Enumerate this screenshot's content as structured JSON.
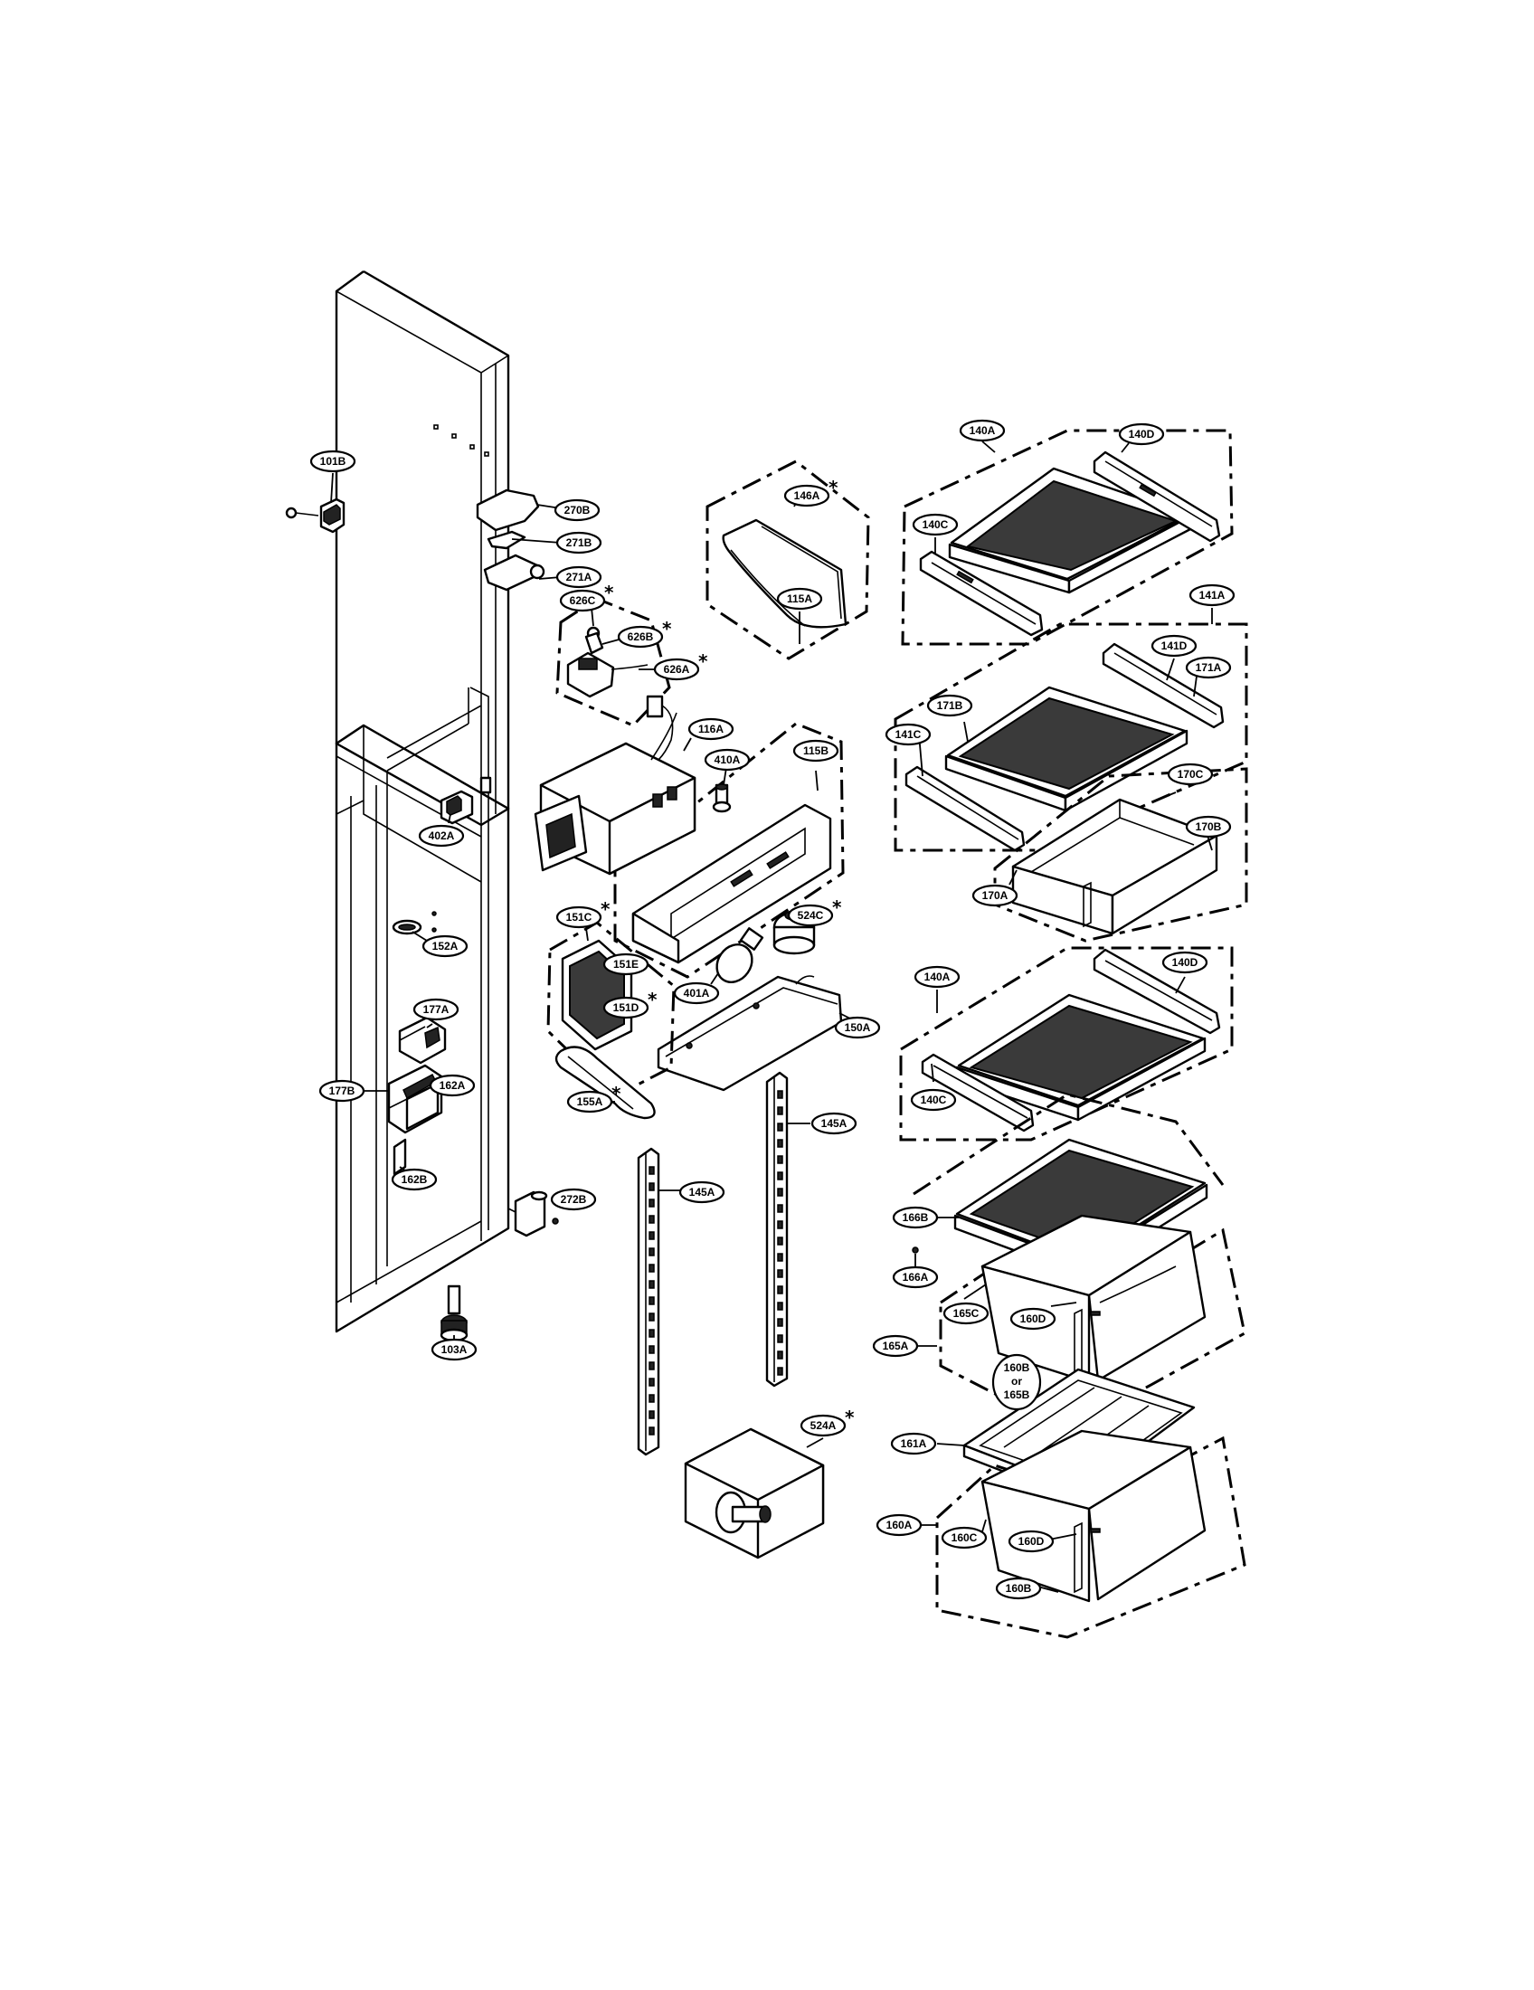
{
  "callouts": [
    {
      "id": "101B",
      "label": "101B",
      "starred": false
    },
    {
      "id": "270B",
      "label": "270B",
      "starred": false
    },
    {
      "id": "271B",
      "label": "271B",
      "starred": false
    },
    {
      "id": "271A",
      "label": "271A",
      "starred": false
    },
    {
      "id": "626C",
      "label": "626C",
      "starred": true
    },
    {
      "id": "626B",
      "label": "626B",
      "starred": true
    },
    {
      "id": "626A",
      "label": "626A",
      "starred": true
    },
    {
      "id": "146A",
      "label": "146A",
      "starred": true
    },
    {
      "id": "140A-top",
      "label": "140A",
      "starred": false
    },
    {
      "id": "140D-top",
      "label": "140D",
      "starred": false
    },
    {
      "id": "140C-top",
      "label": "140C",
      "starred": false
    },
    {
      "id": "141A",
      "label": "141A",
      "starred": false
    },
    {
      "id": "141D",
      "label": "141D",
      "starred": false
    },
    {
      "id": "171A",
      "label": "171A",
      "starred": false
    },
    {
      "id": "171B",
      "label": "171B",
      "starred": false
    },
    {
      "id": "141C",
      "label": "141C",
      "starred": false
    },
    {
      "id": "170C",
      "label": "170C",
      "starred": false
    },
    {
      "id": "170B",
      "label": "170B",
      "starred": false
    },
    {
      "id": "170A",
      "label": "170A",
      "starred": false
    },
    {
      "id": "115A",
      "label": "115A",
      "starred": false
    },
    {
      "id": "116A",
      "label": "116A",
      "starred": false
    },
    {
      "id": "410A",
      "label": "410A",
      "starred": false
    },
    {
      "id": "115B",
      "label": "115B",
      "starred": false
    },
    {
      "id": "402A",
      "label": "402A",
      "starred": false
    },
    {
      "id": "151C",
      "label": "151C",
      "starred": true
    },
    {
      "id": "151E",
      "label": "151E",
      "starred": false
    },
    {
      "id": "151D",
      "label": "151D",
      "starred": true
    },
    {
      "id": "152A",
      "label": "152A",
      "starred": false
    },
    {
      "id": "524C",
      "label": "524C",
      "starred": true
    },
    {
      "id": "401A",
      "label": "401A",
      "starred": false
    },
    {
      "id": "150A",
      "label": "150A",
      "starred": false
    },
    {
      "id": "177A",
      "label": "177A",
      "starred": false
    },
    {
      "id": "177B",
      "label": "177B",
      "starred": false
    },
    {
      "id": "162A",
      "label": "162A",
      "starred": false
    },
    {
      "id": "155A",
      "label": "155A",
      "starred": true
    },
    {
      "id": "162B",
      "label": "162B",
      "starred": false
    },
    {
      "id": "140D-mid",
      "label": "140D",
      "starred": false
    },
    {
      "id": "140A-mid",
      "label": "140A",
      "starred": false
    },
    {
      "id": "140C-mid",
      "label": "140C",
      "starred": false
    },
    {
      "id": "145A-right",
      "label": "145A",
      "starred": false
    },
    {
      "id": "145A-left",
      "label": "145A",
      "starred": false
    },
    {
      "id": "272B",
      "label": "272B",
      "starred": false
    },
    {
      "id": "103A",
      "label": "103A",
      "starred": false
    },
    {
      "id": "166B",
      "label": "166B",
      "starred": false
    },
    {
      "id": "166A",
      "label": "166A",
      "starred": false
    },
    {
      "id": "165C",
      "label": "165C",
      "starred": false
    },
    {
      "id": "160D-top",
      "label": "160D",
      "starred": false
    },
    {
      "id": "165A",
      "label": "165A",
      "starred": false
    },
    {
      "id": "160B-or",
      "label": "160B",
      "label2": "or",
      "label3": "165B",
      "starred": false
    },
    {
      "id": "524A",
      "label": "524A",
      "starred": true
    },
    {
      "id": "161A",
      "label": "161A",
      "starred": false
    },
    {
      "id": "160A",
      "label": "160A",
      "starred": false
    },
    {
      "id": "160C",
      "label": "160C",
      "starred": false
    },
    {
      "id": "160D-bot",
      "label": "160D",
      "starred": false
    },
    {
      "id": "160B-bot",
      "label": "160B",
      "starred": false
    }
  ],
  "star_symbol": "*",
  "colors": {
    "ink": "#000000",
    "paper": "#ffffff",
    "screen": "#3a3a3a"
  }
}
